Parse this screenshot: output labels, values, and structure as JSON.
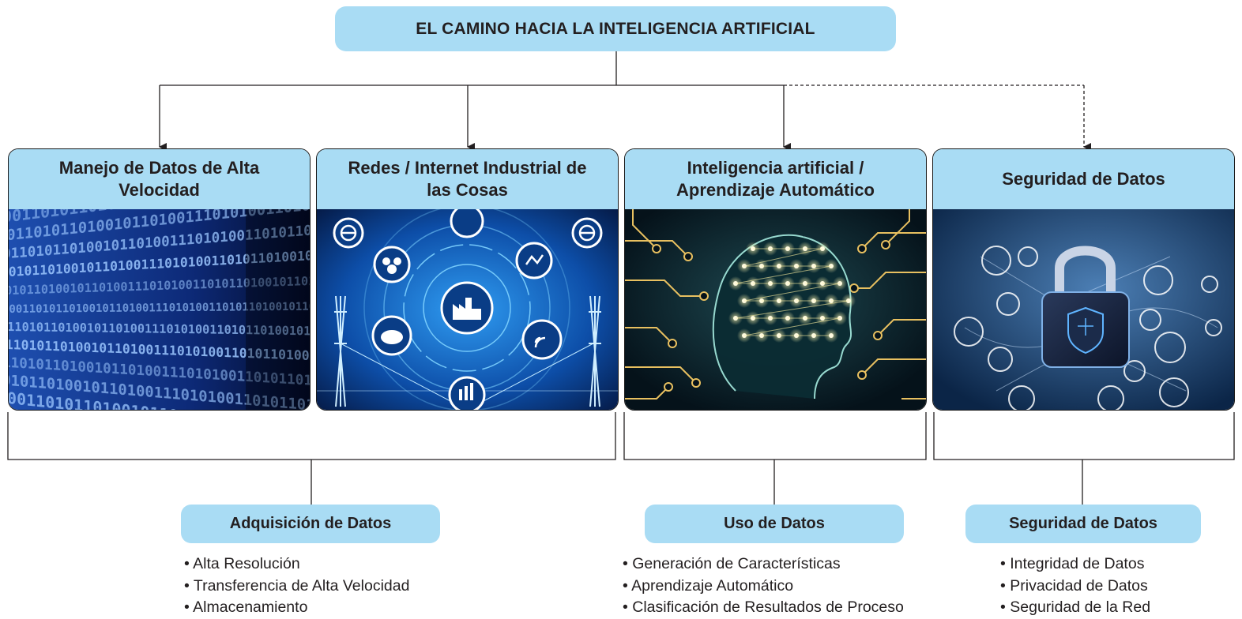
{
  "title": "EL CAMINO HACIA LA INTELIGENCIA ARTIFICIAL",
  "columns": [
    {
      "header": "Manejo de Datos de Alta Velocidad",
      "image_icon": "binary-data-stream-icon"
    },
    {
      "header": "Redes / Internet Industrial de las Cosas",
      "image_icon": "industrial-iot-network-icon"
    },
    {
      "header": "Inteligencia artificial / Aprendizaje Automático",
      "image_icon": "ai-brain-circuit-icon"
    },
    {
      "header": "Seguridad de Datos",
      "image_icon": "security-padlock-icon"
    }
  ],
  "groups": [
    {
      "label": "Adquisición de Datos",
      "items": [
        "Alta Resolución",
        "Transferencia de Alta Velocidad",
        "Almacenamiento"
      ]
    },
    {
      "label": "Uso de Datos",
      "items": [
        "Generación de Características",
        "Aprendizaje Automático",
        "Clasificación de Resultados de Proceso"
      ]
    },
    {
      "label": "Seguridad de Datos",
      "items": [
        "Integridad de Datos",
        "Privacidad de Datos",
        "Seguridad de la Red"
      ]
    }
  ],
  "colors": {
    "pill": "#a9dcf4",
    "line": "#231f20",
    "image_dark": "#061a3a",
    "image_glow": "#38a8ff",
    "circuit": "#e8c060"
  }
}
